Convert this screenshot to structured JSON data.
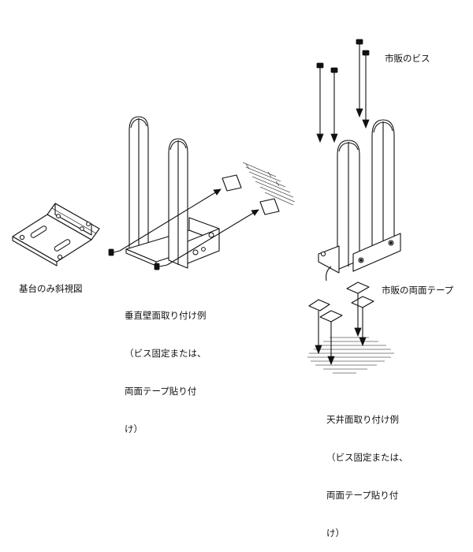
{
  "labels": {
    "base_only": "基台のみ斜視図",
    "wall_mount": [
      "垂直壁面取り付け例",
      "（ビス固定または、",
      "両面テープ貼り付",
      "け）"
    ],
    "screws": "市販のビス",
    "tape": "市販の両面テープ",
    "ceiling_mount": [
      "天井面取り付け例",
      "（ビス固定または、",
      "両面テープ貼り付",
      "け）"
    ]
  }
}
